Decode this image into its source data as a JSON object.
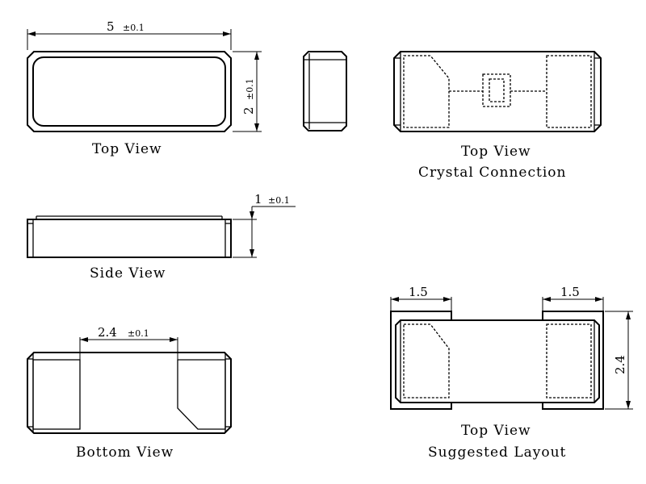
{
  "views": {
    "top_view": {
      "label": "Top View"
    },
    "side_view": {
      "label": "Side View"
    },
    "bottom_view": {
      "label": "Bottom View"
    },
    "crystal_connection": {
      "label_line1": "Top View",
      "label_line2": "Crystal Connection"
    },
    "suggested_layout": {
      "label_line1": "Top View",
      "label_line2": "Suggested Layout"
    }
  },
  "dimensions": {
    "length": {
      "value": "5",
      "tolerance": "±0.1"
    },
    "width": {
      "value": "2",
      "tolerance": "±0.1"
    },
    "height": {
      "value": "1",
      "tolerance": "±0.1"
    },
    "pad_gap": {
      "value": "2.4",
      "tolerance": "±0.1"
    },
    "pad_width_left": {
      "value": "1.5"
    },
    "pad_width_right": {
      "value": "1.5"
    },
    "pad_height": {
      "value": "2.4"
    }
  }
}
